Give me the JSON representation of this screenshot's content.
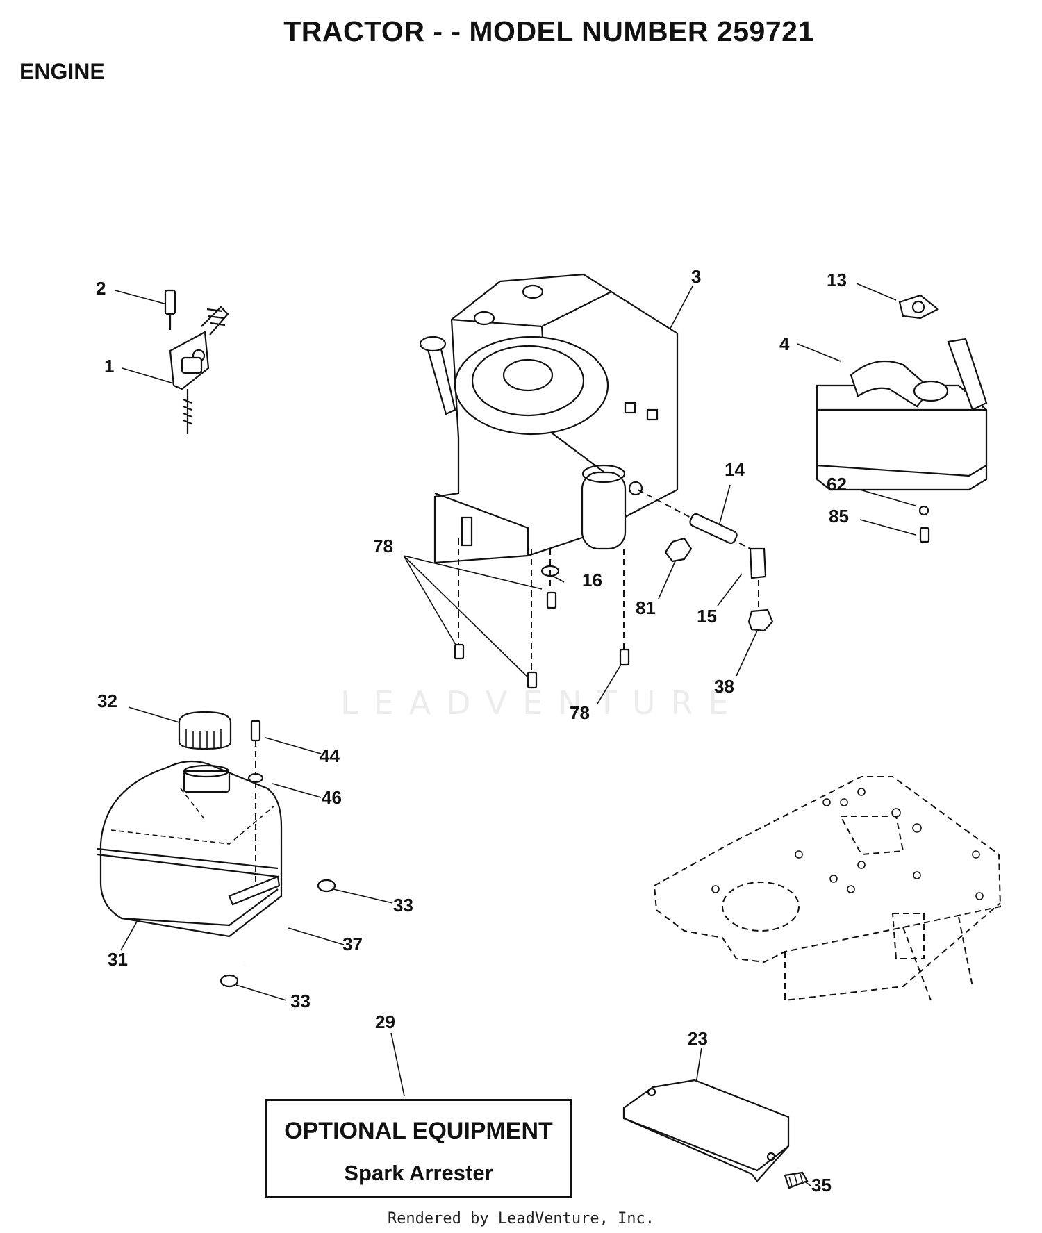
{
  "title": "TRACTOR - - MODEL NUMBER 259721",
  "section": "ENGINE",
  "watermark": "LEADVENTURE",
  "optional_box": {
    "title": "OPTIONAL EQUIPMENT",
    "item": "Spark Arrester"
  },
  "footer": "Rendered by LeadVenture, Inc.",
  "callouts": [
    "2",
    "1",
    "3",
    "13",
    "4",
    "14",
    "62",
    "85",
    "78",
    "16",
    "81",
    "15",
    "38",
    "78",
    "32",
    "44",
    "46",
    "33",
    "37",
    "31",
    "33",
    "29",
    "23",
    "35"
  ]
}
